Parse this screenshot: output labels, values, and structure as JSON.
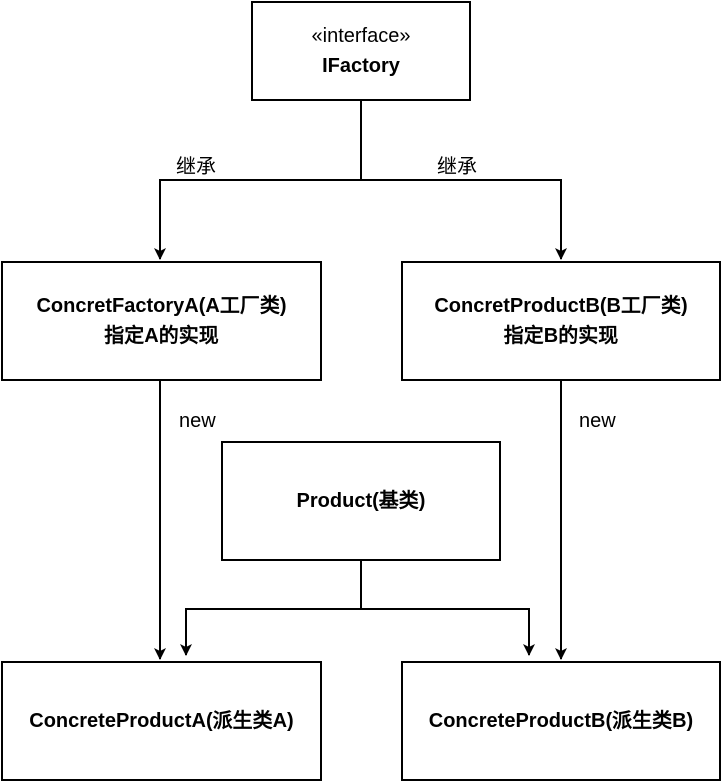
{
  "interface_box": {
    "stereotype": "«interface»",
    "name": "IFactory"
  },
  "factory_a": {
    "line1": "ConcretFactoryA(A工厂类)",
    "line2": "指定A的实现"
  },
  "factory_b": {
    "line1": "ConcretProductB(B工厂类)",
    "line2": "指定B的实现"
  },
  "product_base": {
    "name": "Product(基类)"
  },
  "product_a": {
    "name": "ConcreteProductA(派生类A)"
  },
  "product_b": {
    "name": "ConcreteProductB(派生类B)"
  },
  "edge_labels": {
    "inherit_left": "继承",
    "inherit_right": "继承",
    "new_left": "new",
    "new_right": "new"
  }
}
